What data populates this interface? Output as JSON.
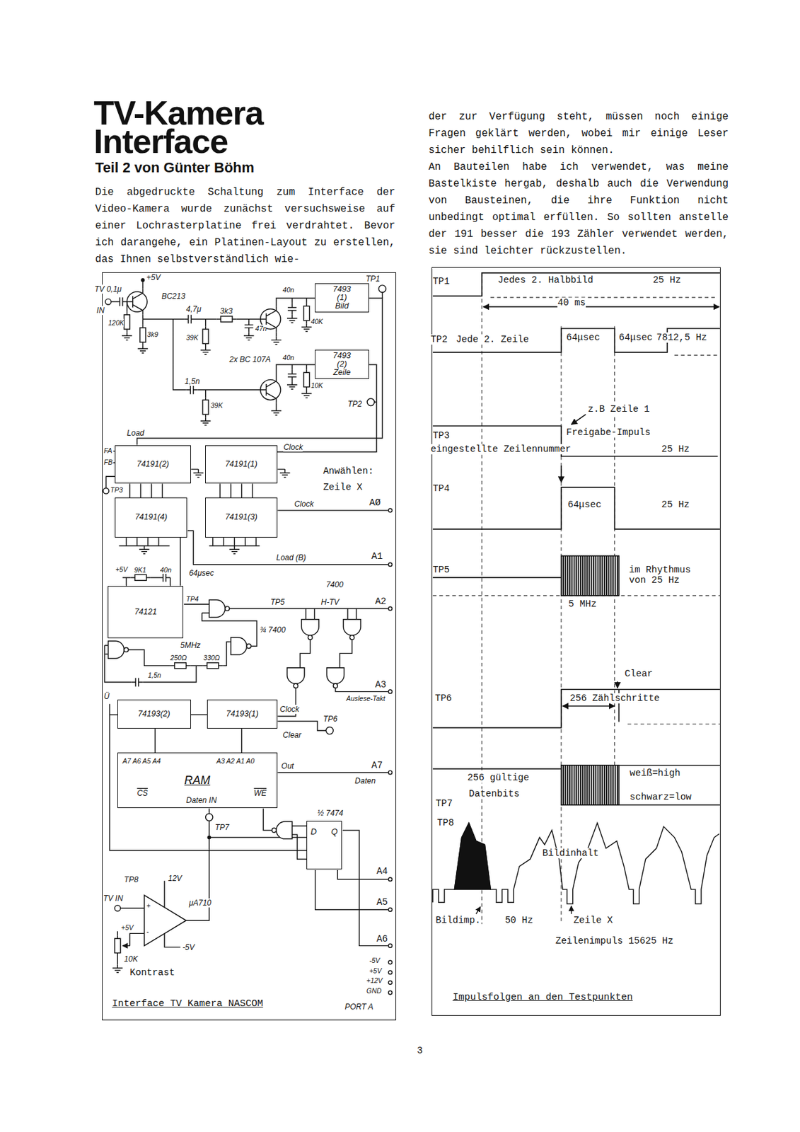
{
  "diagram": {
    "title": "TV-Kamera Interface",
    "nodes": [
      {
        "text": [
          "Interface TV Kamera NASCOM"
        ]
      },
      {
        "text": [
          "7493",
          "(1)",
          "Bild"
        ],
        "in": 0
      },
      {
        "text": [
          "7493",
          "(2)",
          "Zeile"
        ],
        "in": 0
      },
      {
        "text": [
          "74191(2)"
        ],
        "in": 0
      },
      {
        "text": [
          "74191(1)"
        ],
        "in": 0
      },
      {
        "text": [
          "74191(4)"
        ],
        "in": 0
      },
      {
        "text": [
          "74191(3)"
        ],
        "in": 0
      },
      {
        "text": [
          "74121"
        ],
        "in": 0
      },
      {
        "text": [
          "74193(2)"
        ],
        "in": 0
      },
      {
        "text": [
          "74193(1)"
        ],
        "in": 0
      },
      {
        "text": [
          "RAM"
        ],
        "in": 0
      },
      {
        "text": [
          "D",
          "Q"
        ],
        "in": 0
      },
      {
        "text": [
          "Impulsfolgen an den Testpunkten"
        ]
      }
    ],
    "edges": [
      {
        "from": 1,
        "to": 3,
        "arrow": "none",
        "label": "Load"
      },
      {
        "from": 2,
        "to": 4,
        "arrow": "none",
        "label": "Clock"
      },
      {
        "from": 5,
        "to": 7,
        "arrow": "none"
      },
      {
        "from": 9,
        "to": 8,
        "arrow": "none"
      },
      {
        "from": 8,
        "to": 10,
        "arrow": "none"
      },
      {
        "from": 9,
        "to": 10,
        "arrow": "none"
      }
    ],
    "labels": [
      "Teil 2 von Günter Böhm",
      "Die abgedruckte Schaltung zum Interface der Video-Kamera wurde zunächst versuchsweise auf einer Lochrasterplatine frei verdrahtet. Bevor ich darangehe, ein Platinen-Layout zu erstellen, das Ihnen selbstverständlich wie-",
      "der zur Verfügung steht, müssen noch einige Fragen geklärt werden, wobei mir einige Leser sicher behilflich sein können.",
      "An Bauteilen habe ich verwendet, was meine Bastelkiste hergab, deshalb auch die Verwendung von Bausteinen, die ihre Funktion nicht unbedingt optimal erfüllen. So sollten anstelle der 191 besser die 193 Zähler verwendet werden, sie sind leichter rückzustellen.",
      "TV 0,1μ",
      "IN",
      "+5V",
      "BC213",
      "4,7μ",
      "3k3",
      "40n",
      "120K",
      "3k9",
      "39K",
      "47n",
      "40K",
      "TP1",
      "2x BC 107A",
      "40n",
      "1,5n",
      "10K",
      "39K",
      "TP2",
      "FA",
      "FB",
      "TP3",
      "Anwählen:",
      "Zeile X",
      "Clock",
      "AØ",
      "Load (B)",
      "A1",
      "+5V",
      "9K1",
      "40n",
      "64μsec",
      "TP4",
      "7400",
      "TP5",
      "H-TV",
      "A2",
      "¾ 7400",
      "5MHz",
      "250Ω",
      "330Ω",
      "1,5n",
      "A3",
      "Auslese-Takt",
      "Ü",
      "Clock",
      "Clear",
      "TP6",
      "A7 A6 A5 A4",
      "A3 A2 A1 A0",
      "Out",
      "A7",
      "Daten",
      "CS",
      "Daten IN",
      "WE",
      "TP7",
      "½ 7474",
      "A4",
      "A5",
      "A6",
      "TP8",
      "12V",
      "TV IN",
      "μA710",
      "+5V",
      "-5V",
      "10K",
      "Kontrast",
      "-5V",
      "+5V",
      "+12V",
      "GND",
      "PORT A",
      "TP1",
      "Jedes 2. Halbbild",
      "25 Hz",
      "40 ms",
      "TP2",
      "Jede 2. Zeile",
      "64μsec",
      "64μsec",
      "7812,5 Hz",
      "z.B Zeile 1",
      "TP3",
      "Freigabe-Impuls",
      "eingestellte Zeilennummer",
      "25 Hz",
      "TP4",
      "64μsec",
      "25 Hz",
      "TP5",
      "im Rhythmus von 25 Hz",
      "5 MHz",
      "Clear",
      "TP6",
      "256 Zählschritte",
      "256 gültige",
      "Datenbits",
      "TP7",
      "weiß=high",
      "schwarz=low",
      "TP8",
      "Bildinhalt",
      "Bildimp.",
      "50 Hz",
      "Zeile X",
      "Zeilenimpuls 15625 Hz",
      "3",
      "+",
      "-"
    ]
  }
}
